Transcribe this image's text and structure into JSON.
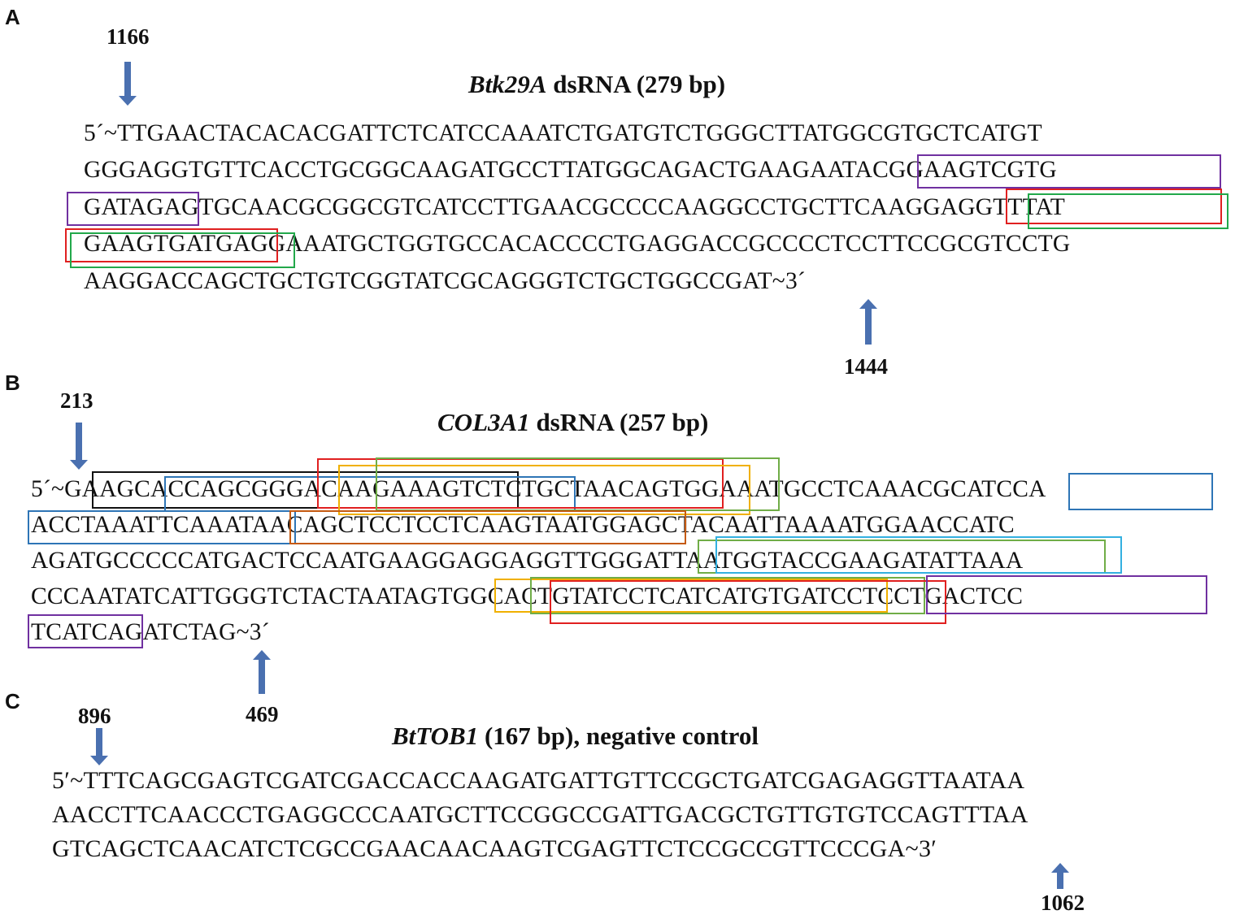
{
  "panels": {
    "a": {
      "label": "A",
      "title_gene": "Btk29A",
      "title_rest": " dsRNA (279 bp)",
      "start": "1166",
      "end": "1444",
      "lines": [
        "5´~TTGAACTACACACGATTCTCATCCAAATCTGATGTCTGGGCTTATGGCGTGCTCATGT",
        "GGGAGGTGTTCACCTGCGGCAAGATGCCTTATGGCAGACTGAAGAATACGGAAGTCGTG",
        "GATAGAGTGCAACGCGGCGTCATCCTTGAACGCCCCAAGGCCTGCTTCAAGGAGGTTTAT",
        "GAAGTGATGAGGAAATGCTGGTGCCACACCCCTGAGGACCGCCCCTCCTTCCGCGTCCTG",
        "AAGGACCAGCTGCTGTCGGTATCGCAGGGTCTGCTGGCCGAT~3´"
      ]
    },
    "b": {
      "label": "B",
      "title_gene": "COL3A1",
      "title_rest": " dsRNA (257 bp)",
      "start": "213",
      "end": "469",
      "lines": [
        "5´~GAAGCACCAGCGGGACAAGAAAGTCTCTGCTAACAGTGGAAATGCCTCAAACGCATCCA",
        "ACCTAAATTCAAATAACAGCTCCTCCTCAAGTAATGGAGCTACAATTAAAATGGAACCATC",
        "AGATGCCCCCATGACTCCAATGAAGGAGGAGGTTGGGATTAATGGTACCGAAGATATTAAA",
        "CCCAATATCATTGGGTCTACTAATAGTGGCACTGTATCCTCATCATGTGATCCTCCTGACTCC",
        "TCATCAGATCTAG~3´"
      ]
    },
    "c": {
      "label": "C",
      "title_gene": "BtTOB1",
      "title_rest": " (167 bp), negative control",
      "start": "896",
      "end": "1062",
      "lines": [
        "5′~TTTCAGCGAGTCGATCGACCACCAAGATGATTGTTCCGCTGATCGAGAGGTTAATAA",
        "AACCTTCAACCCTGAGGCCCAATGCTTCCGGCCGATTGACGCTGTTGTGTCCAGTTTAA",
        "GTCAGCTCAACATCTCGCCGAACAACAAGTCGAGTTCTCCGCCGTTCCCGA~3′"
      ]
    }
  },
  "colors": {
    "arrow": "#4a70b0",
    "purple": "#7030a0",
    "red": "#e02020",
    "green": "#22a84a",
    "black": "#111111",
    "blue": "#2e75b6",
    "orange": "#c55a11",
    "gold": "#f0b000",
    "lime": "#70ad47",
    "cyan": "#33b0e0"
  }
}
